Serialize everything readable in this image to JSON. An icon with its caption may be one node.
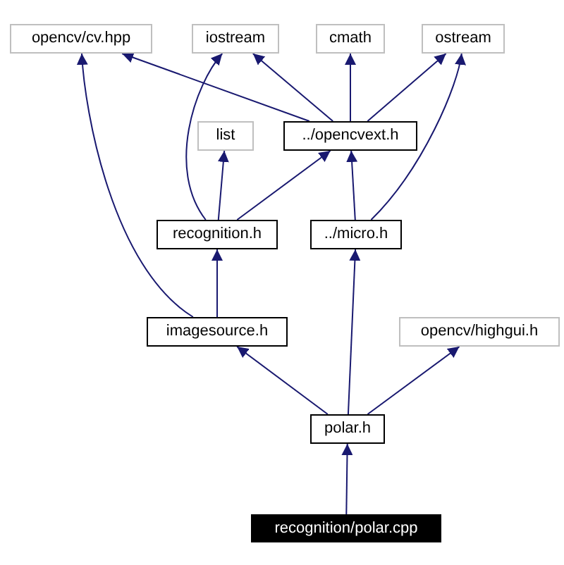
{
  "diagram": {
    "nodes": [
      {
        "text": [
          "opencv/cv.hpp"
        ]
      },
      {
        "text": [
          "iostream"
        ]
      },
      {
        "text": [
          "cmath"
        ]
      },
      {
        "text": [
          "ostream"
        ]
      },
      {
        "text": [
          "list"
        ]
      },
      {
        "text": [
          "../opencvext.h"
        ]
      },
      {
        "text": [
          "recognition.h"
        ]
      },
      {
        "text": [
          "../micro.h"
        ]
      },
      {
        "text": [
          "imagesource.h"
        ]
      },
      {
        "text": [
          "opencv/highgui.h"
        ]
      },
      {
        "text": [
          "polar.h"
        ]
      },
      {
        "text": [
          "recognition/polar.cpp"
        ]
      }
    ],
    "edges": [
      {
        "from": 5,
        "to": 0,
        "arrow": "to"
      },
      {
        "from": 5,
        "to": 1,
        "arrow": "to"
      },
      {
        "from": 5,
        "to": 2,
        "arrow": "to"
      },
      {
        "from": 5,
        "to": 3,
        "arrow": "to"
      },
      {
        "from": 6,
        "to": 1,
        "arrow": "to"
      },
      {
        "from": 6,
        "to": 4,
        "arrow": "to"
      },
      {
        "from": 6,
        "to": 5,
        "arrow": "to"
      },
      {
        "from": 7,
        "to": 5,
        "arrow": "to"
      },
      {
        "from": 7,
        "to": 3,
        "arrow": "to"
      },
      {
        "from": 8,
        "to": 0,
        "arrow": "to"
      },
      {
        "from": 8,
        "to": 6,
        "arrow": "to"
      },
      {
        "from": 10,
        "to": 8,
        "arrow": "to"
      },
      {
        "from": 10,
        "to": 7,
        "arrow": "to"
      },
      {
        "from": 10,
        "to": 9,
        "arrow": "to"
      },
      {
        "from": 11,
        "to": 10,
        "arrow": "to"
      }
    ]
  }
}
